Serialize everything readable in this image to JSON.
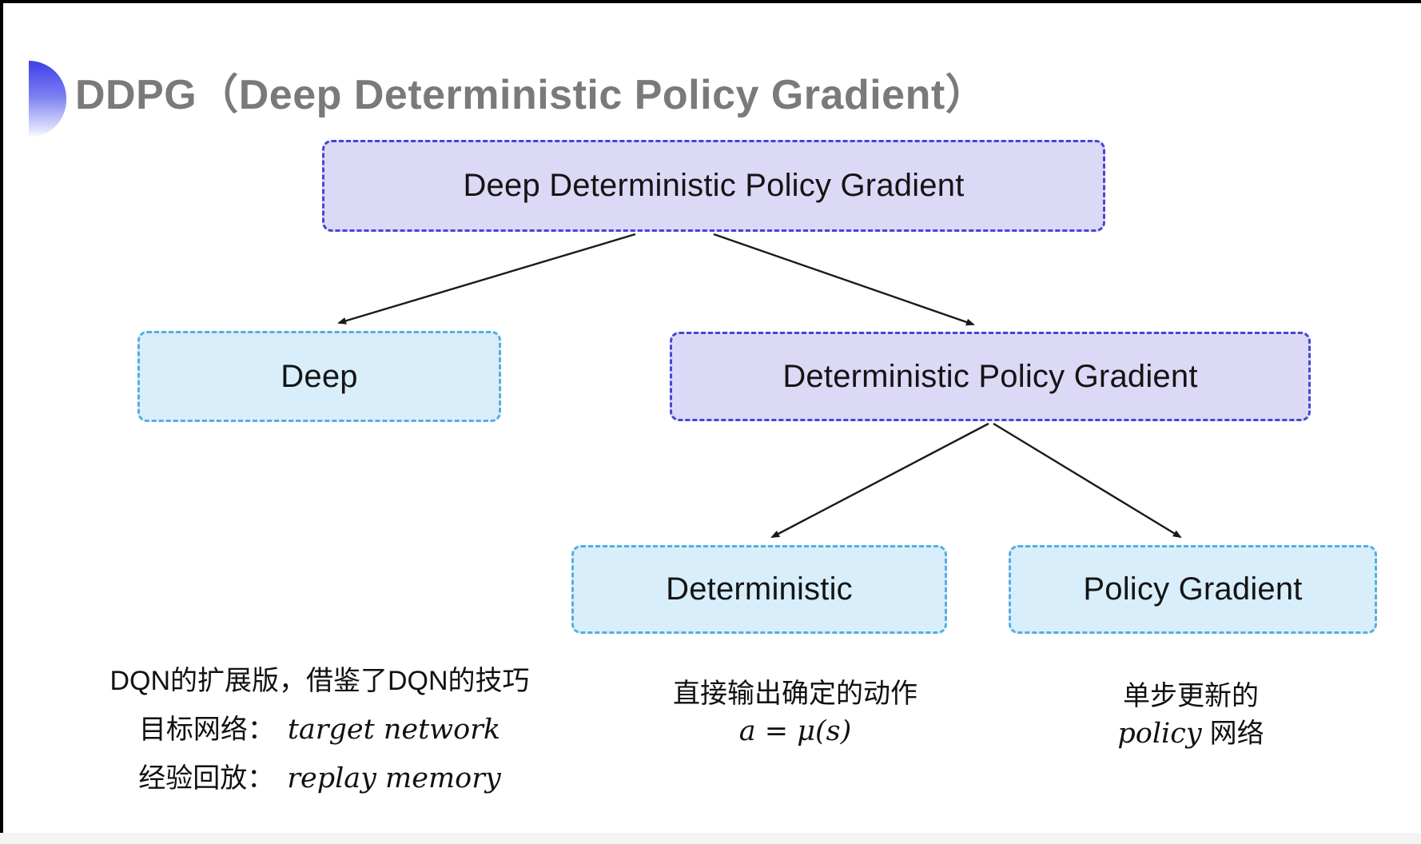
{
  "title": {
    "text": "DDPG（Deep Deterministic Policy Gradient）"
  },
  "colors": {
    "purple_box_fill": "#dcd9f6",
    "purple_box_border": "#4745d4",
    "cyan_box_fill": "#d9eefb",
    "cyan_box_border": "#54aee0",
    "title_text": "#7a7a7a",
    "body_text": "#111111",
    "arrow": "#1a1a1a",
    "bullet_gradient_top": "#3f3fe8",
    "bullet_gradient_bottom": "#ffffff"
  },
  "tree": {
    "root": {
      "label": "Deep Deterministic Policy Gradient",
      "style": "purple"
    },
    "children": [
      {
        "label": "Deep",
        "style": "cyan"
      },
      {
        "label": "Deterministic Policy Gradient",
        "style": "purple"
      }
    ],
    "grandchildren": [
      {
        "label": "Deterministic",
        "style": "cyan"
      },
      {
        "label": "Policy Gradient",
        "style": "cyan"
      }
    ]
  },
  "notes": {
    "deep": {
      "line1": "DQN的扩展版，借鉴了DQN的技巧",
      "line2_zh": "目标网络：",
      "line2_en": "target network",
      "line3_zh": "经验回放：",
      "line3_en": "replay memory"
    },
    "deterministic": {
      "line1": "直接输出确定的动作",
      "formula": "a = μ(s)"
    },
    "policy_gradient": {
      "line1": "单步更新的",
      "line2_en": "policy",
      "line2_zh": "网络"
    }
  }
}
